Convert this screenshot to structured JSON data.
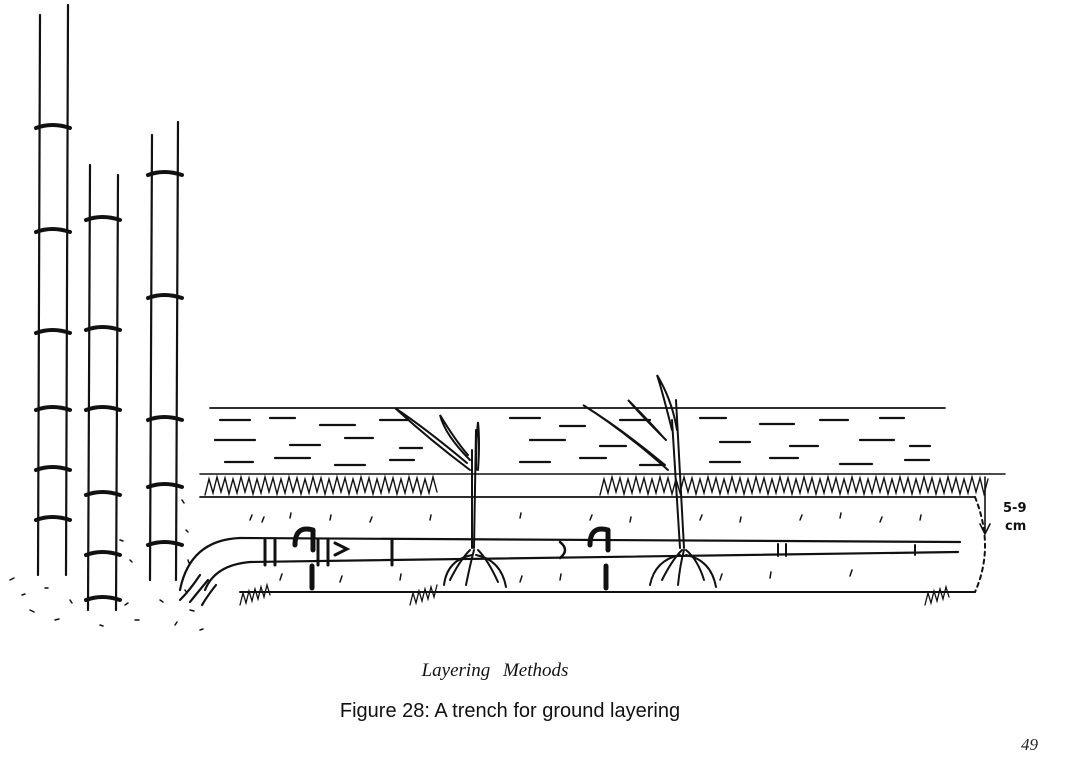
{
  "illustration": {
    "depth_label_line1": "5-9",
    "depth_label_line2": "cm"
  },
  "section_title": "Layering Methods",
  "figure_caption": "Figure 28: A trench for ground layering",
  "page_number": "49"
}
